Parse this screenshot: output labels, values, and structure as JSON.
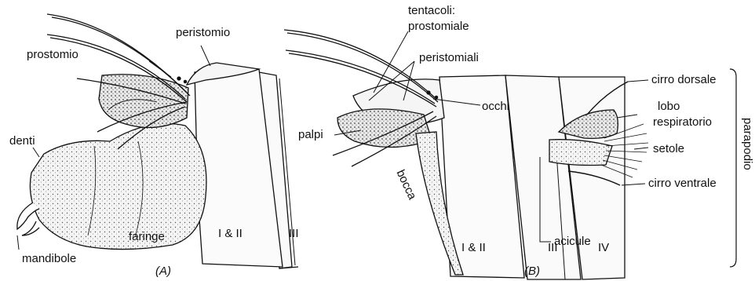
{
  "panel_a": {
    "caption": "(A)",
    "labels": {
      "peristomio": "peristomio",
      "prostomio": "prostomio",
      "denti": "denti",
      "mandibole": "mandibole",
      "faringe": "faringe",
      "segment_1_2": "I & II",
      "segment_3": "III"
    }
  },
  "panel_b": {
    "caption": "(B)",
    "labels": {
      "tentacoli": "tentacoli:",
      "prostomiale": "prostomiale",
      "peristomiali": "peristomiali",
      "occhi": "occhi",
      "palpi": "palpi",
      "bocca": "bocca",
      "segment_1_2": "I & II",
      "segment_3": "III",
      "segment_4": "IV",
      "acicule": "acicule",
      "cirro_dorsale": "cirro dorsale",
      "lobo": "lobo",
      "respiratorio": "respiratorio",
      "setole": "setole",
      "cirro_ventrale": "cirro ventrale",
      "parapodio": "parapodio"
    }
  }
}
